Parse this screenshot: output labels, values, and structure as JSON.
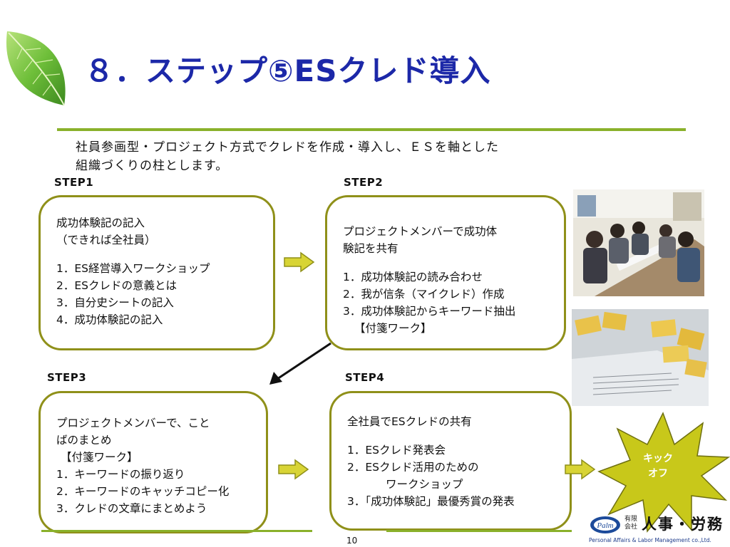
{
  "title": "８．ステップ⑤ESクレド導入",
  "intro": {
    "line1": "社員参画型・プロジェクト方式でクレドを作成・導入し、ＥＳを軸とした",
    "line2": "組織づくりの柱とします。"
  },
  "steps": [
    {
      "label": "STEP1",
      "heading": [
        "成功体験記の記入",
        "（できれば全社員）"
      ],
      "items": [
        "1．ES経営導入ワークショップ",
        "2．ESクレドの意義とは",
        "3．自分史シートの記入",
        "4．成功体験記の記入"
      ]
    },
    {
      "label": "STEP2",
      "heading": [
        "プロジェクトメンバーで成功体",
        "験記を共有"
      ],
      "items": [
        "1．成功体験記の読み合わせ",
        "2．我が信条（マイクレド）作成",
        "3．成功体験記からキーワード抽出",
        "【付箋ワーク】"
      ]
    },
    {
      "label": "STEP3",
      "heading": [
        "プロジェクトメンバーで、こと",
        "ばのまとめ"
      ],
      "items": [
        "【付箋ワーク】",
        "1．キーワードの振り返り",
        "2．キーワードのキャッチコピー化",
        "3．クレドの文章にまとめよう"
      ]
    },
    {
      "label": "STEP4",
      "heading": [
        "全社員でESクレドの共有"
      ],
      "items": [
        "1．ESクレド発表会",
        "2．ESクレド活用のための",
        "ワークショップ",
        "3．「成功体験記」最優秀賞の発表"
      ]
    }
  ],
  "kickoff": [
    "キック",
    "オフ"
  ],
  "page_number": "10",
  "logo": {
    "mark": "Palm",
    "small1": "有限",
    "small2": "会社",
    "name": "人事・労務",
    "sub": "Personal Affairs & Labor Management co.,Ltd."
  },
  "colors": {
    "title": "#1c28a8",
    "rule": "#8ab12b",
    "box_border": "#8f9019",
    "arrow_fill": "#d8d435",
    "star": "#c8c81a"
  }
}
